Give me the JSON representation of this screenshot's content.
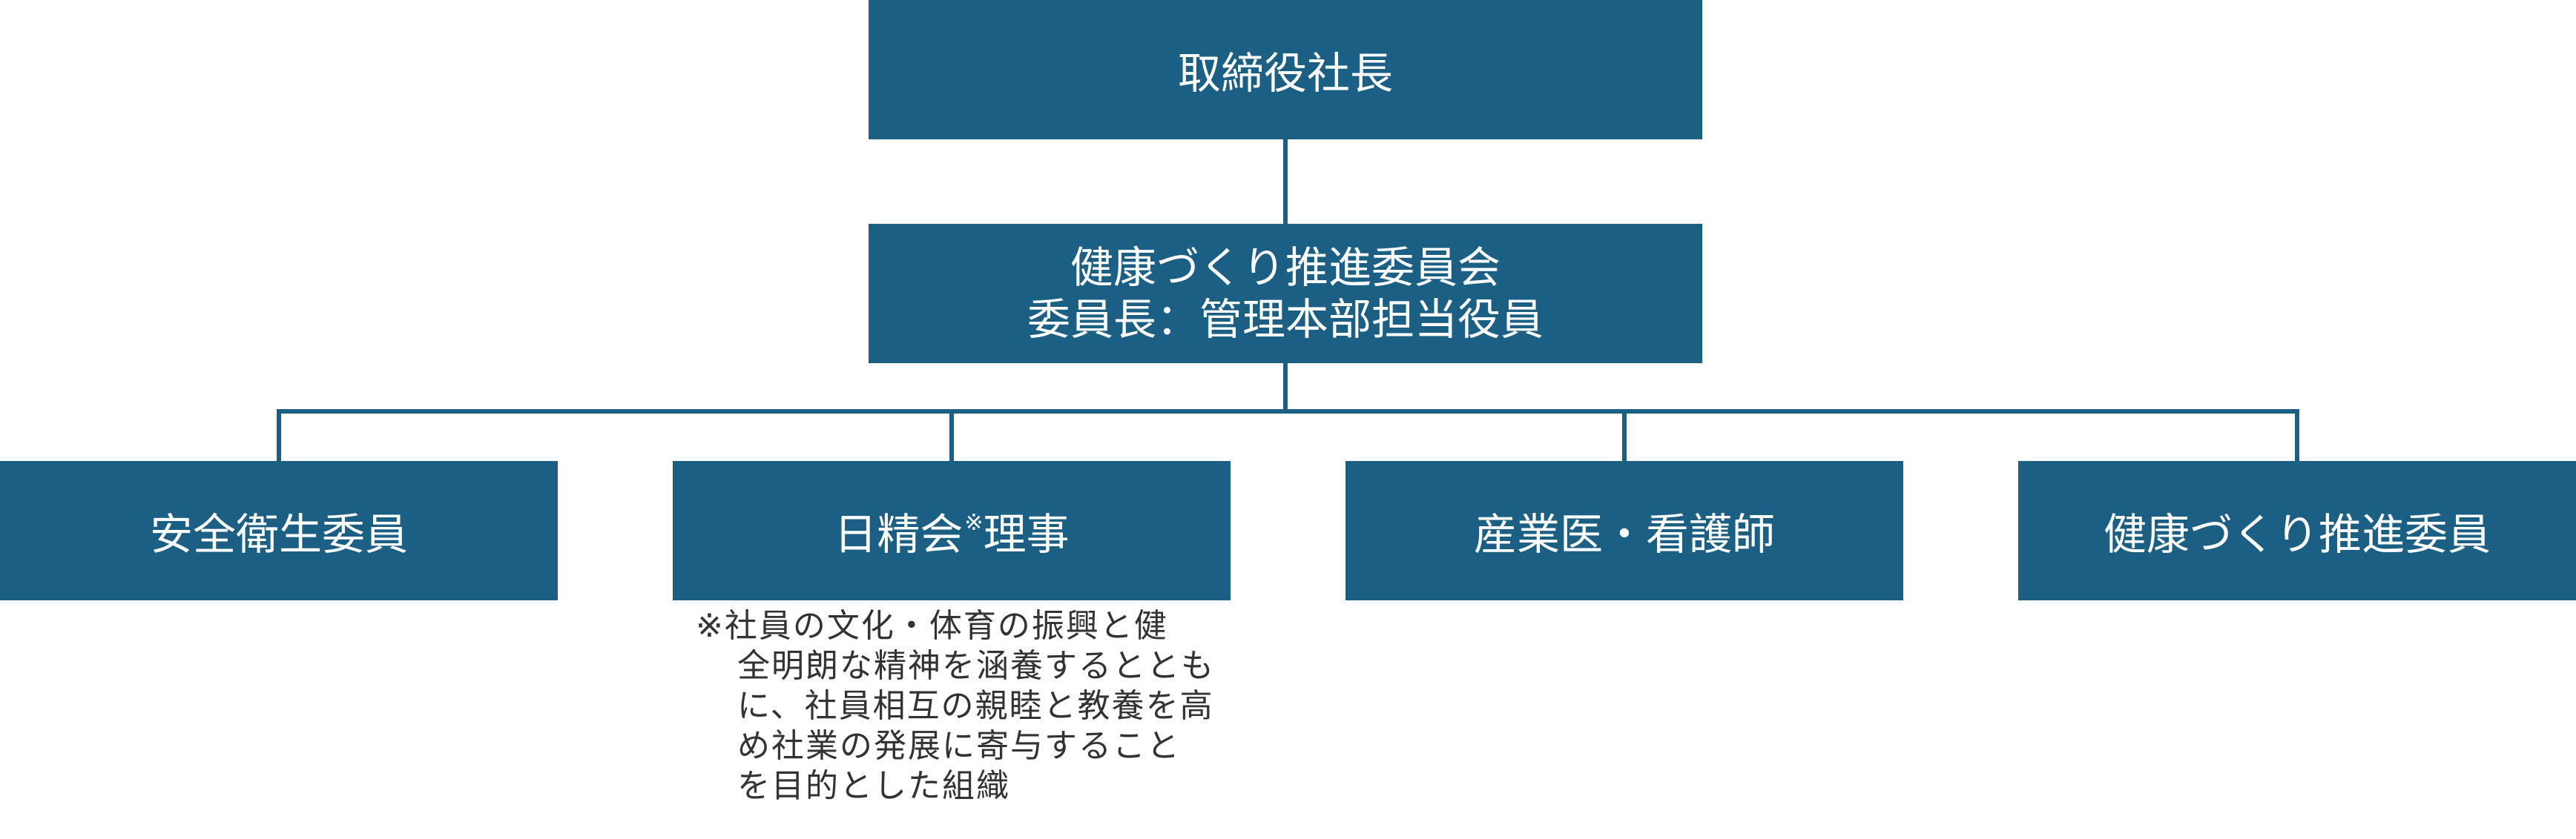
{
  "colors": {
    "box_fill": "#1b6084",
    "line": "#1b6084",
    "box_text": "#ffffff",
    "note_text": "#333333"
  },
  "diagram": {
    "top_box": {
      "label": "取締役社長"
    },
    "middle_box": {
      "line1": "健康づくり推進委員会",
      "line2": "委員長：管理本部担当役員"
    },
    "leaves": [
      {
        "label": "安全衛生委員"
      },
      {
        "label": "日精会",
        "superscript": "※",
        "label_suffix": "理事"
      },
      {
        "label": "産業医・看護師"
      },
      {
        "label": "健康づくり推進委員"
      }
    ],
    "note": {
      "lines": [
        "※社員の文化・体育の振興と健",
        "全明朗な精神を涵養するととも",
        "に、社員相互の親睦と教養を高",
        "め社業の発展に寄与すること",
        "を目的とした組織"
      ]
    }
  }
}
